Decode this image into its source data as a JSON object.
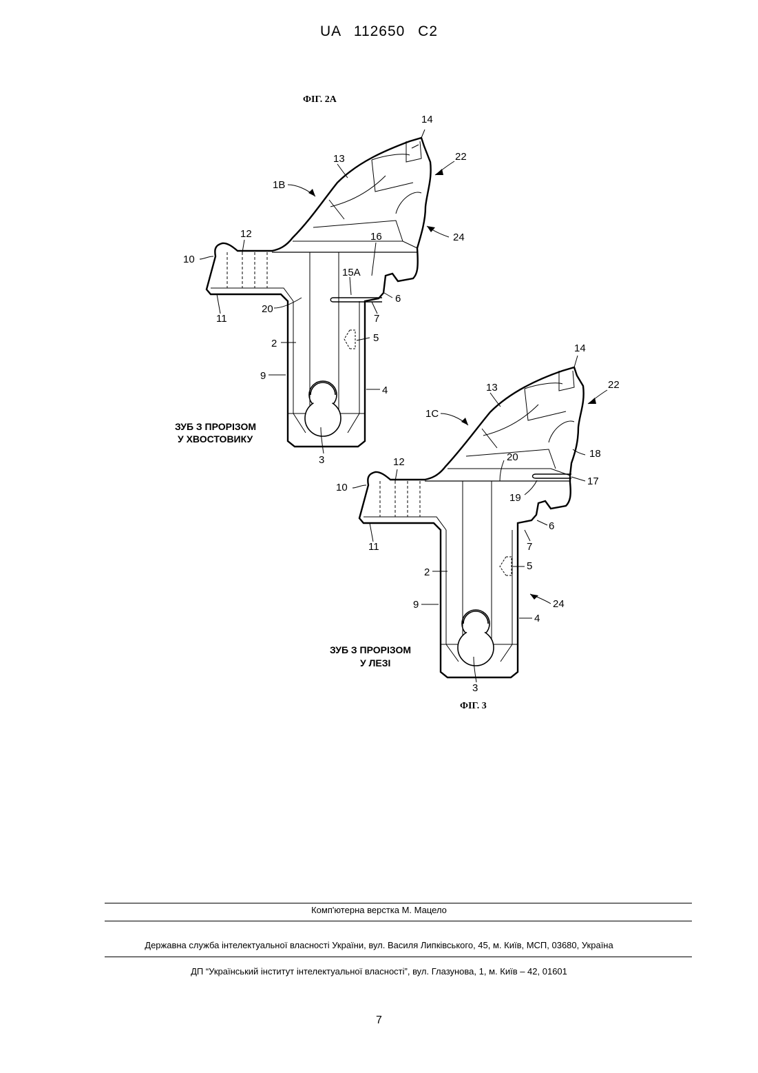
{
  "header": {
    "doc_number": "UA 112650 C2"
  },
  "figure_a": {
    "title": "ФІГ. 2А",
    "caption_line1": "ЗУБ З ПРОРІЗОМ",
    "caption_line2": "У ХВОСТОВИКУ",
    "labels": {
      "l14": "14",
      "l22": "22",
      "l13": "13",
      "l1b": "1B",
      "l24": "24",
      "l12": "12",
      "l16": "16",
      "l10": "10",
      "l15a": "15A",
      "l6": "6",
      "l11": "11",
      "l20": "20",
      "l7": "7",
      "l5": "5",
      "l2": "2",
      "l9": "9",
      "l4": "4",
      "l3": "3"
    }
  },
  "figure_b": {
    "title": "ФІГ. 3",
    "caption_line1": "ЗУБ З ПРОРІЗОМ",
    "caption_line2": "У ЛЕЗІ",
    "labels": {
      "l14": "14",
      "l22": "22",
      "l13": "13",
      "l1c": "1C",
      "l18": "18",
      "l12": "12",
      "l20": "20",
      "l17": "17",
      "l10": "10",
      "l19": "19",
      "l6": "6",
      "l11": "11",
      "l7": "7",
      "l2": "2",
      "l5": "5",
      "l24": "24",
      "l9": "9",
      "l4": "4",
      "l3": "3"
    }
  },
  "footer": {
    "line1": "Комп'ютерна верстка М. Мацело",
    "line2": "Державна служба інтелектуальної власності України, вул. Василя Липківського, 45, м. Київ, МСП, 03680, Україна",
    "line3": "ДП “Український інститут інтелектуальної власності”, вул. Глазунова, 1, м. Київ – 42, 01601"
  },
  "page_number": "7"
}
